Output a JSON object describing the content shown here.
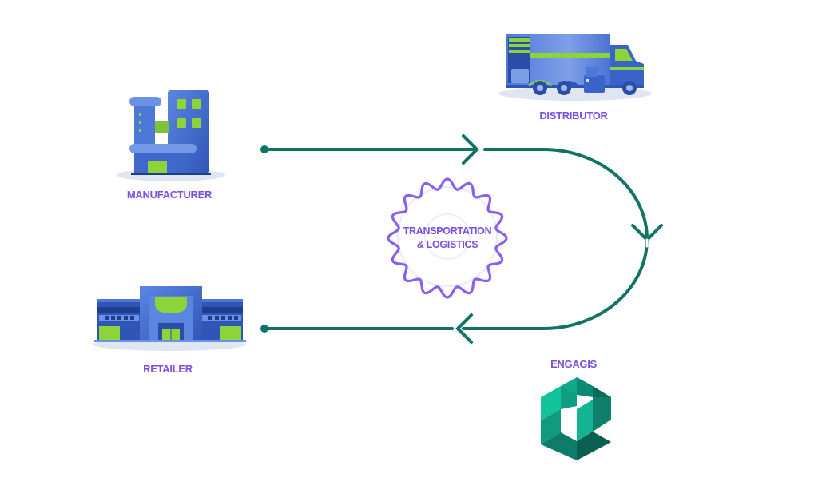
{
  "nodes": {
    "manufacturer": {
      "label": "MANUFACTURER",
      "icon": "factory-building-icon"
    },
    "distributor": {
      "label": "DISTRIBUTOR",
      "icon": "delivery-truck-icon"
    },
    "retailer": {
      "label": "RETAILER",
      "icon": "store-front-icon"
    },
    "engagis": {
      "label": "ENGAGIS",
      "icon": "engagis-logo-icon"
    }
  },
  "center": {
    "line1": "TRANSPORTATION",
    "line2": "& LOGISTICS",
    "icon": "wavy-badge-icon"
  },
  "colors": {
    "flow_line": "#0f7366",
    "label_purple": "#7b4fe0",
    "building_blue": "#3a63c9",
    "accent_green": "#8cd43a",
    "badge_purple": "#8a5ef0"
  },
  "flow": [
    {
      "from": "manufacturer",
      "to": "distributor",
      "direction": "right"
    },
    {
      "from": "distributor",
      "to": "retailer",
      "direction": "down-then-left"
    }
  ]
}
